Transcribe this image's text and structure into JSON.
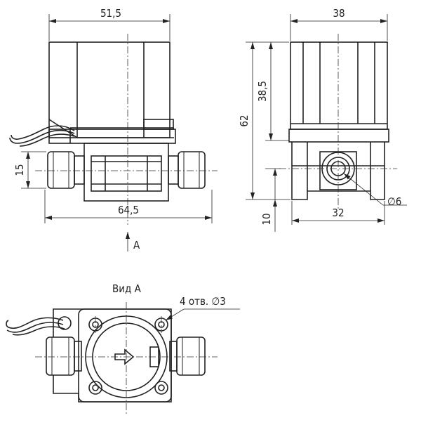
{
  "diagram": {
    "title_view": "Вид А",
    "view_arrow_label": "A",
    "holes_note": "4 отв. ∅3",
    "dimensions": {
      "top_width": "51,5",
      "side_width": "38",
      "height_coil": "38,5",
      "height_total": "62",
      "pipe_height": "15",
      "overall_length": "64,5",
      "port_diameter": "∅6",
      "base_offset": "10",
      "base_width": "32"
    }
  }
}
